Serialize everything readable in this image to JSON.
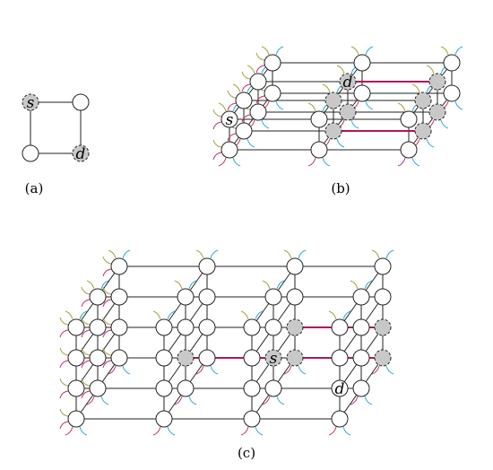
{
  "colors": {
    "edge": "#222222",
    "node_fill": "#ffffff",
    "node_highlight": "#c8c8c8",
    "path": "#b0175a",
    "stub_cyan": "#29a9d8",
    "stub_olive": "#a3a23a",
    "stub_magenta": "#c52f6f"
  },
  "panels": [
    {
      "label": "(a)",
      "dims": [
        2,
        2,
        1
      ],
      "source_label": "s",
      "destination_label": "d",
      "highlighted_nodes": [
        [
          1,
          0,
          0
        ],
        [
          0,
          1,
          0
        ]
      ],
      "path_edges": [],
      "wrap_stubs": false
    },
    {
      "label": "(b)",
      "dims": [
        3,
        2,
        4
      ],
      "source_label": "s",
      "destination_label": "d",
      "highlighted_nodes": [
        [
          1,
          0,
          1
        ],
        [
          1,
          1,
          1
        ],
        [
          2,
          0,
          1
        ],
        [
          2,
          1,
          1
        ],
        [
          1,
          0,
          2
        ],
        [
          1,
          1,
          2
        ],
        [
          2,
          0,
          2
        ],
        [
          2,
          1,
          2
        ]
      ],
      "path_edges": [
        [
          [
            1,
            0,
            1
          ],
          [
            2,
            0,
            1
          ]
        ],
        [
          [
            1,
            1,
            2
          ],
          [
            2,
            1,
            2
          ]
        ]
      ],
      "wrap_stubs": true
    },
    {
      "label": "(c)",
      "dims": [
        4,
        4,
        3
      ],
      "source_label": "s",
      "destination_label": "d",
      "highlighted_nodes": [
        [
          1,
          1,
          1
        ],
        [
          2,
          1,
          1
        ],
        [
          2,
          0,
          2
        ],
        [
          3,
          0,
          2
        ],
        [
          2,
          1,
          2
        ],
        [
          3,
          1,
          2
        ]
      ],
      "path_edges": [
        [
          [
            1,
            1,
            1
          ],
          [
            2,
            1,
            1
          ]
        ],
        [
          [
            2,
            0,
            2
          ],
          [
            3,
            0,
            2
          ]
        ],
        [
          [
            2,
            1,
            2
          ],
          [
            3,
            1,
            2
          ]
        ]
      ],
      "wrap_stubs": true
    }
  ]
}
